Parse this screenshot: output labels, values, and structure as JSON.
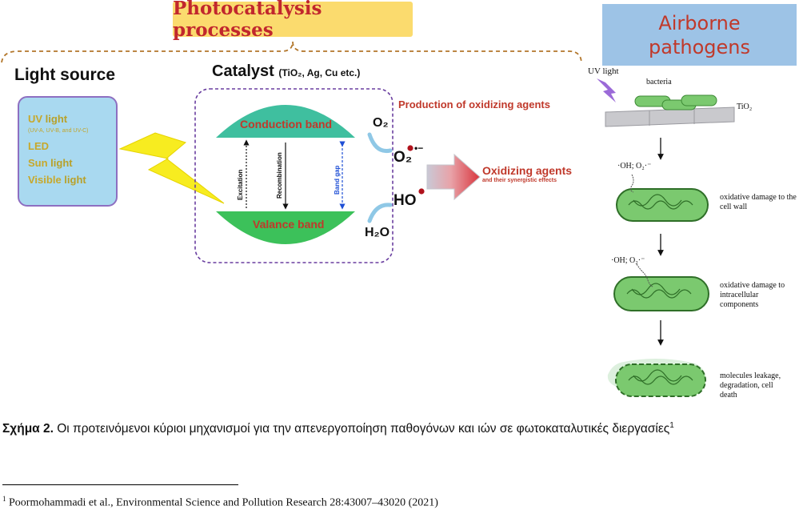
{
  "title": "Photocatalysis processes",
  "airborne_title": "Airborne pathogens",
  "light_source": {
    "heading": "Light source",
    "items": [
      {
        "main": "UV",
        "rest": " light",
        "sub": "(UV-A, UV-B, and UV-C)"
      },
      {
        "main": "LED",
        "rest": "",
        "sub": ""
      },
      {
        "main": "Sun",
        "rest": " light",
        "sub": ""
      },
      {
        "main": "Visible",
        "rest": " light",
        "sub": ""
      }
    ]
  },
  "catalyst": {
    "heading": "Catalyst",
    "materials": "(TiO₂, Ag, Cu etc.)",
    "conduction_band": "Conduction band",
    "valence_band": "Valance band",
    "excitation": "Excitation",
    "recombination": "Recombination",
    "band_gap": "Band gap"
  },
  "species": {
    "o2": "O₂",
    "superoxide": "O₂",
    "superoxide_charge": "•−",
    "hydroxyl": "HO",
    "h2o": "H₂O"
  },
  "production_label": "Production of oxidizing agents",
  "oxidizing_agents": "Oxidizing agents",
  "oxidizing_sub": "and their synergistic effects",
  "pathogen_panel": {
    "uv_light": "UV light",
    "bacteria": "bacteria",
    "tio2": "TiO₂",
    "radicals": "·OH; O₂·⁻",
    "steps": [
      "oxidative damage to the cell wall",
      "oxidative damage to intracellular components",
      "molecules leakage, degradation, cell death"
    ]
  },
  "caption": {
    "label": "Σχήμα 2.",
    "text": " Οι προτεινόμενοι κύριοι μηχανισμοί για την απενεργοποίηση παθογόνων και ιών σε φωτοκαταλυτικές διεργασίες",
    "ref": "1"
  },
  "footnote": {
    "ref": "1",
    "text": " Poormohammadi et al., Environmental Science and Pollution Research 28:43007–43020 (2021)"
  },
  "colors": {
    "title_bg": "#fbdb6e",
    "title_text": "#c1272d",
    "airborne_bg": "#9dc3e6",
    "conduction_band": "#3fbf9f",
    "valence_band": "#3cc15a",
    "light_box": "#a9d9f0",
    "bolt": "#f7ec20",
    "bacteria": "#7bc96f"
  }
}
